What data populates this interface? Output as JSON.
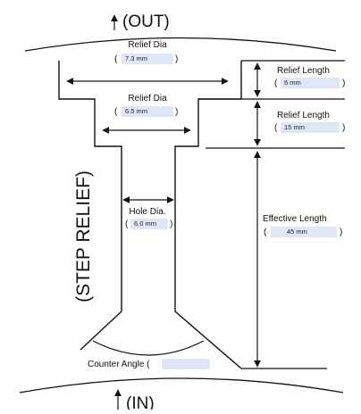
{
  "top_label": "(OUT)",
  "bottom_label": "(IN)",
  "vertical_label": "(STEP RELIEF)",
  "relief_dia_1": {
    "label": "Relief Dia",
    "value": "7.3 mm"
  },
  "relief_dia_2": {
    "label": "Relief Dia",
    "value": "6.5 mm"
  },
  "hole_dia": {
    "label": "Hole Dia.",
    "value": "6.0 mm"
  },
  "relief_length_1": {
    "label": "Relief Length",
    "value": "6 mm"
  },
  "relief_length_2": {
    "label": "Relief Length",
    "value": "15 mm"
  },
  "effective_length": {
    "label": "Effective Length",
    "value": "45 mm"
  },
  "counter_angle": {
    "label": "Counter Angle (",
    "value": ""
  },
  "paren_open": "(",
  "paren_close": ")"
}
